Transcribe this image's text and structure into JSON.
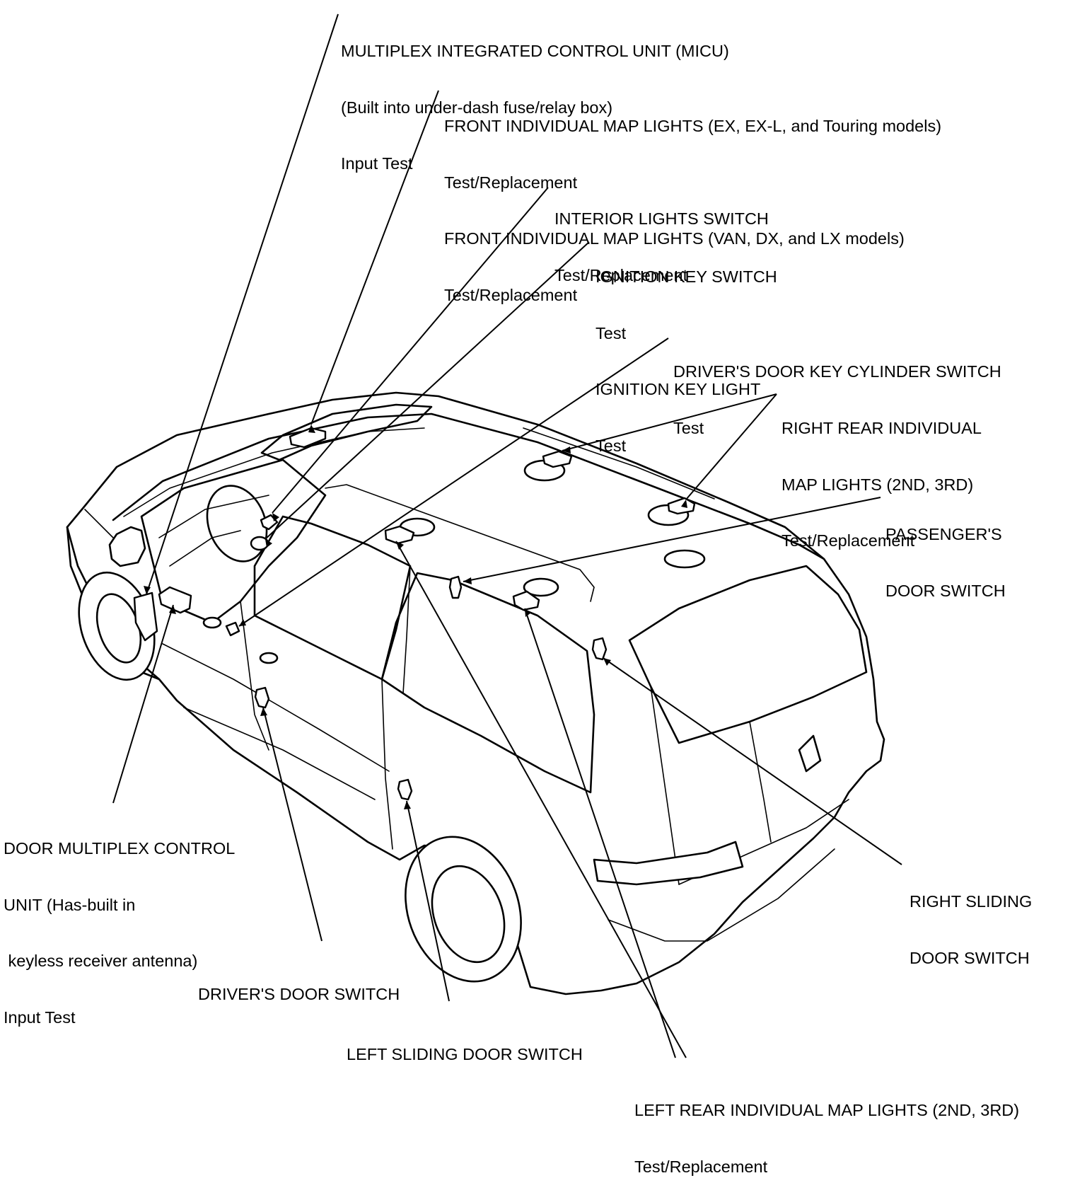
{
  "labels": {
    "micu": {
      "line1": "MULTIPLEX INTEGRATED CONTROL UNIT (MICU)",
      "line2": "(Built into under-dash fuse/relay box)",
      "line3": "Input Test"
    },
    "front_map_lights": {
      "line1": "FRONT INDIVIDUAL MAP LIGHTS (EX, EX-L, and Touring models)",
      "line2": "Test/Replacement",
      "line3": "FRONT INDIVIDUAL MAP LIGHTS (VAN, DX, and LX models)",
      "line4": "Test/Replacement"
    },
    "interior_lights_switch": {
      "line1": "INTERIOR LIGHTS SWITCH",
      "line2": "Test/Replacement"
    },
    "ignition_key": {
      "line1": "IGNITION KEY SWITCH",
      "line2": "Test",
      "line3": "IGNITION KEY LIGHT",
      "line4": "Test"
    },
    "driver_key_cylinder": {
      "line1": "DRIVER'S DOOR KEY CYLINDER SWITCH",
      "line2": "Test"
    },
    "right_rear_map_lights": {
      "line1": "RIGHT REAR INDIVIDUAL",
      "line2": "MAP LIGHTS (2ND, 3RD)",
      "line3": "Test/Replacement"
    },
    "passenger_door_switch": {
      "line1": "PASSENGER'S",
      "line2": "DOOR SWITCH"
    },
    "door_multiplex": {
      "line1": "DOOR MULTIPLEX CONTROL",
      "line2": "UNIT (Has-built in",
      "line3": " keyless receiver antenna)",
      "line4": "Input Test"
    },
    "right_sliding_door_switch": {
      "line1": "RIGHT SLIDING",
      "line2": "DOOR SWITCH"
    },
    "driver_door_switch": {
      "line1": "DRIVER'S DOOR SWITCH"
    },
    "left_sliding_door_switch": {
      "line1": "LEFT SLIDING DOOR SWITCH"
    },
    "left_rear_map_lights": {
      "line1": "LEFT REAR INDIVIDUAL MAP LIGHTS (2ND, 3RD)",
      "line2": "Test/Replacement"
    }
  }
}
